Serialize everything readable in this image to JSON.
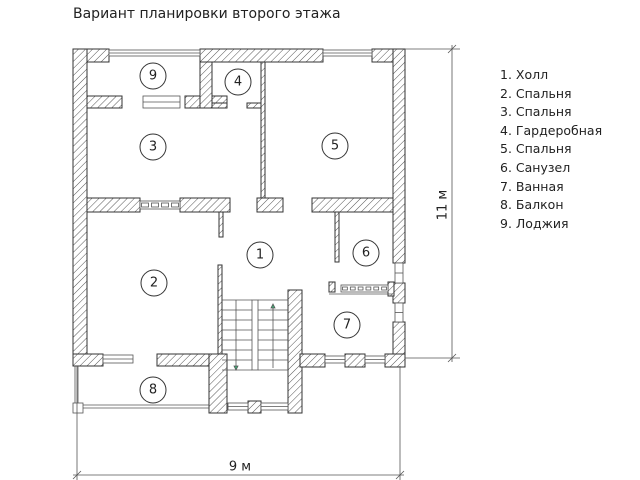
{
  "title": "Вариант планировки второго этажа",
  "legend": [
    "1. Холл",
    "2. Спальня",
    "3. Спальня",
    "4. Гардеробная",
    "5. Спальня",
    "6. Санузел",
    "7. Ванная",
    "8. Балкон",
    "9. Лоджия"
  ],
  "rooms": [
    "1",
    "2",
    "3",
    "4",
    "5",
    "6",
    "7",
    "8",
    "9"
  ],
  "dimensions": {
    "height": "11 м",
    "width": "9 м"
  },
  "colors": {
    "line": "#333333",
    "hatch": "#555555"
  }
}
